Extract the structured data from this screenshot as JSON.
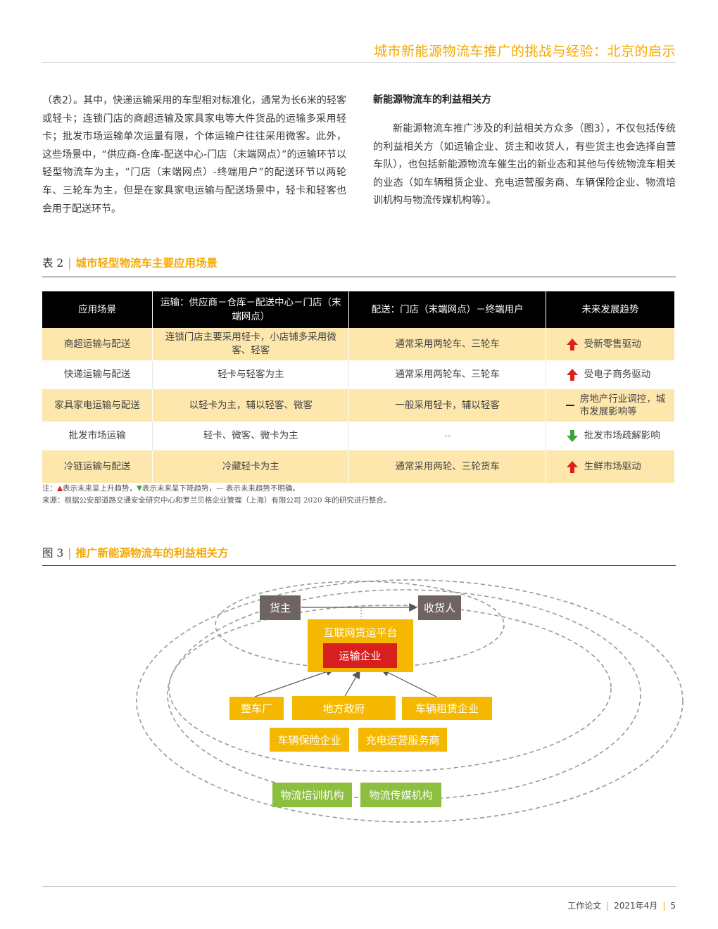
{
  "header": {
    "title": "城市新能源物流车推广的挑战与经验：北京的启示"
  },
  "left_column": {
    "text": "（表2）。其中，快递运输采用的车型相对标准化，通常为长6米的轻客或轻卡；连锁门店的商超运输及家具家电等大件货品的运输多采用轻卡；批发市场运输单次运量有限，个体运输户往往采用微客。此外，这些场景中，“供应商-仓库-配送中心-门店（末端网点）”的运输环节以轻型物流车为主，“门店（末端网点）-终端用户”的配送环节以两轮车、三轮车为主，但是在家具家电运输与配送场景中，轻卡和轻客也会用于配送环节。"
  },
  "right_column": {
    "heading": "新能源物流车的利益相关方",
    "text": "新能源物流车推广涉及的利益相关方众多（图3），不仅包括传统的利益相关方（如运输企业、货主和收货人，有些货主也会选择自营车队），也包括新能源物流车催生出的新业态和其他与传统物流车相关的业态（如车辆租赁企业、充电运营服务商、车辆保险企业、物流培训机构与物流传媒机构等）。"
  },
  "table2": {
    "label": "表 2",
    "title": "城市轻型物流车主要应用场景",
    "headers": [
      "应用场景",
      "运输：供应商－仓库－配送中心－门店（末端网点）",
      "配送：门店（末端网点）－终端用户",
      "未来发展趋势"
    ],
    "rows": [
      {
        "scene": "商超运输与配送",
        "transport": "连锁门店主要采用轻卡，小店铺多采用微客、轻客",
        "delivery": "通常采用两轮车、三轮车",
        "trend_icon": "arrow-up-icon",
        "trend": "受新零售驱动"
      },
      {
        "scene": "快递运输与配送",
        "transport": "轻卡与轻客为主",
        "delivery": "通常采用两轮车、三轮车",
        "trend_icon": "arrow-up-icon",
        "trend": "受电子商务驱动"
      },
      {
        "scene": "家具家电运输与配送",
        "transport": "以轻卡为主，辅以轻客、微客",
        "delivery": "一般采用轻卡，辅以轻客",
        "trend_icon": "dash-icon",
        "trend": "房地产行业调控，城市发展影响等"
      },
      {
        "scene": "批发市场运输",
        "transport": "轻卡、微客、微卡为主",
        "delivery": "--",
        "trend_icon": "arrow-down-icon",
        "trend": "批发市场疏解影响"
      },
      {
        "scene": "冷链运输与配送",
        "transport": "冷藏轻卡为主",
        "delivery": "通常采用两轮、三轮货车",
        "trend_icon": "arrow-up-icon",
        "trend": "生鲜市场驱动"
      }
    ],
    "note_prefix": "注：",
    "note_up": "表示未来呈上升趋势，",
    "note_down": "表示未来呈下降趋势，",
    "note_dash": "— 表示未来趋势不明确。",
    "source": "来源：根据公安部道路交通安全研究中心和罗兰贝格企业管理（上海）有限公司 2020 年的研究进行整合。"
  },
  "figure3": {
    "label": "图 3",
    "title": "推广新能源物流车的利益相关方",
    "nodes": {
      "shipper": "货主",
      "consignee": "收货人",
      "platform": "互联网货运平台",
      "transport_company": "运输企业",
      "vehicle_maker": "整车厂",
      "local_government": "地方政府",
      "vehicle_leasing": "车辆租赁企业",
      "vehicle_insurance": "车辆保险企业",
      "charging_operator": "充电运营服务商",
      "logistics_training": "物流培训机构",
      "logistics_media": "物流传媒机构"
    },
    "colors": {
      "gray": "#6e6560",
      "yellow": "#f5b800",
      "red": "#d81e1e",
      "green": "#8cbf3f"
    }
  },
  "footer": {
    "series": "工作论文",
    "date": "2021年4月",
    "page": "5"
  }
}
